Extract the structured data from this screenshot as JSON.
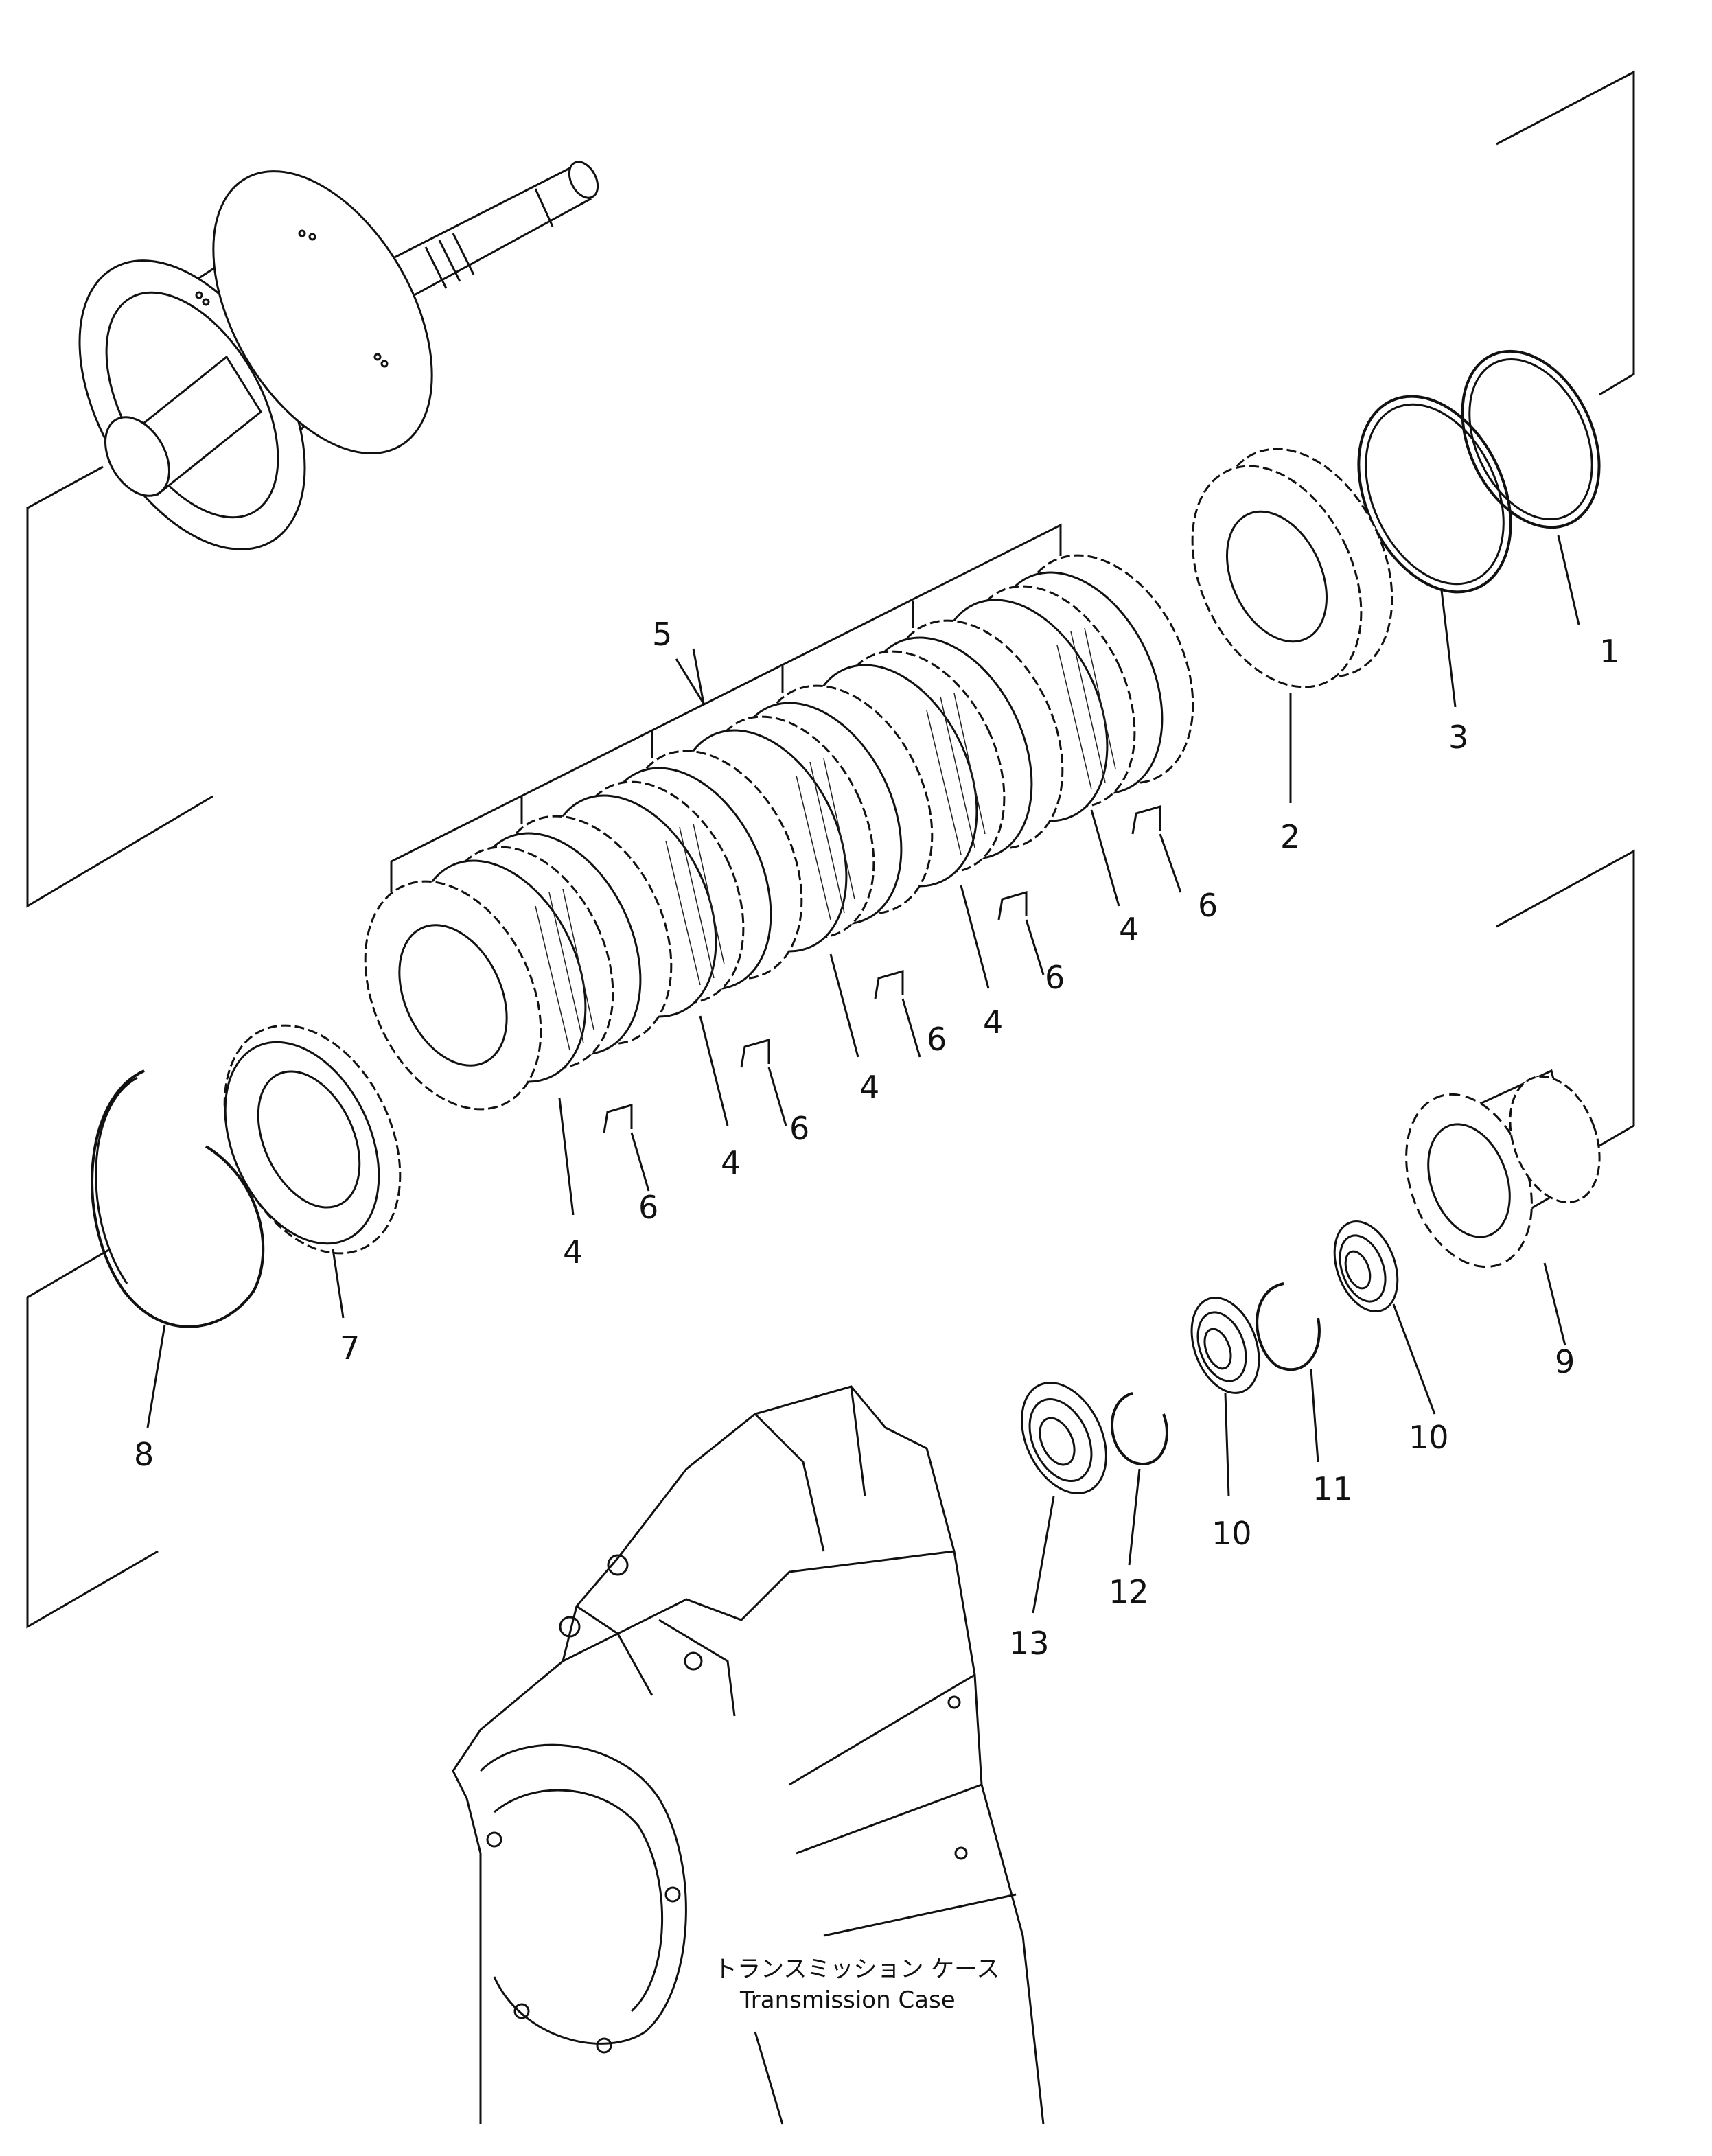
{
  "diagram": {
    "part_numbers": [
      "1",
      "2",
      "3",
      "4",
      "5",
      "6",
      "7",
      "8",
      "9",
      "10",
      "11",
      "12",
      "13"
    ],
    "callouts": [
      {
        "id": "c1",
        "text": "1"
      },
      {
        "id": "c2",
        "text": "2"
      },
      {
        "id": "c3",
        "text": "3"
      },
      {
        "id": "c4a",
        "text": "4"
      },
      {
        "id": "c4b",
        "text": "4"
      },
      {
        "id": "c4c",
        "text": "4"
      },
      {
        "id": "c4d",
        "text": "4"
      },
      {
        "id": "c4e",
        "text": "4"
      },
      {
        "id": "c5",
        "text": "5"
      },
      {
        "id": "c6a",
        "text": "6"
      },
      {
        "id": "c6b",
        "text": "6"
      },
      {
        "id": "c6c",
        "text": "6"
      },
      {
        "id": "c6d",
        "text": "6"
      },
      {
        "id": "c6e",
        "text": "6"
      },
      {
        "id": "c7",
        "text": "7"
      },
      {
        "id": "c8",
        "text": "8"
      },
      {
        "id": "c9",
        "text": "9"
      },
      {
        "id": "c10a",
        "text": "10"
      },
      {
        "id": "c10b",
        "text": "10"
      },
      {
        "id": "c11",
        "text": "11"
      },
      {
        "id": "c12",
        "text": "12"
      },
      {
        "id": "c13",
        "text": "13"
      }
    ],
    "case_label_jp": "トランスミッション ケース",
    "case_label_en": "Transmission Case"
  }
}
